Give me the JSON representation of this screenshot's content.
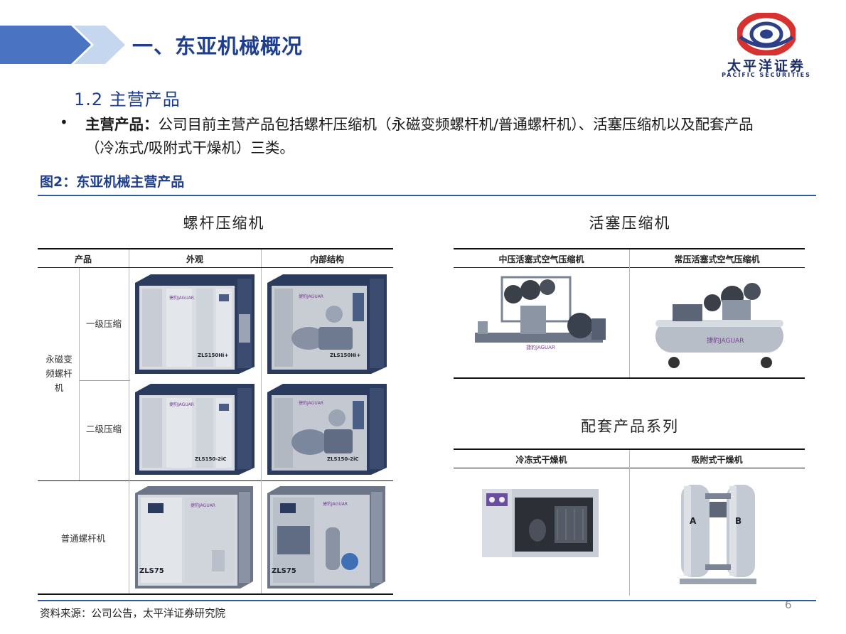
{
  "header": {
    "title": "一、东亚机械概况",
    "logo_cn": "太平洋证券",
    "logo_en": "PACIFIC SECURITIES"
  },
  "section": {
    "title": "1.2 主营产品"
  },
  "bullet": {
    "label": "主营产品：",
    "text": "公司目前主营产品包括螺杆压缩机（永磁变频螺杆机/普通螺杆机）、活塞压缩机以及配套产品（冷冻式/吸附式干燥机）三类。"
  },
  "figure": {
    "caption": "图2：东亚机械主营产品"
  },
  "screw_panel": {
    "title": "螺杆压缩机",
    "headers": [
      "产品",
      "外观",
      "内部结构"
    ],
    "group_label": "永磁变\n频螺杆\n机",
    "rows": [
      {
        "label": "一级压缩",
        "model_outer": "ZLS150Hi+",
        "model_inner": "ZLS150Hi+",
        "brand": "捷豹JAGUAR"
      },
      {
        "label": "二级压缩",
        "model_outer": "ZLS150-2iC",
        "model_inner": "ZLS150-2iC",
        "brand": "捷豹JAGUAR"
      },
      {
        "label": "普通螺杆机",
        "model_outer": "ZLS75",
        "model_inner": "ZLS75",
        "brand": "捷豹JAGUAR"
      }
    ]
  },
  "piston_panel": {
    "title": "活塞压缩机",
    "headers": [
      "中压活塞式空气压缩机",
      "常压活塞式空气压缩机"
    ],
    "brand": "捷豹JAGUAR"
  },
  "accessory_panel": {
    "title": "配套产品系列",
    "headers": [
      "冷冻式干燥机",
      "吸附式干燥机"
    ],
    "tower_a": "A",
    "tower_b": "B"
  },
  "footer": {
    "source": "资料来源：公司公告，太平洋证券研究院",
    "page": "6"
  },
  "colors": {
    "brand_blue": "#1f3f8c",
    "rule_blue": "#2c5aa8",
    "arrow_dark": "#4a74c2",
    "arrow_light": "#c5d6ef",
    "logo_red": "#d6322f",
    "cabinet_frame": "#2b3b5e",
    "panel_grey": "#d9dde3"
  }
}
